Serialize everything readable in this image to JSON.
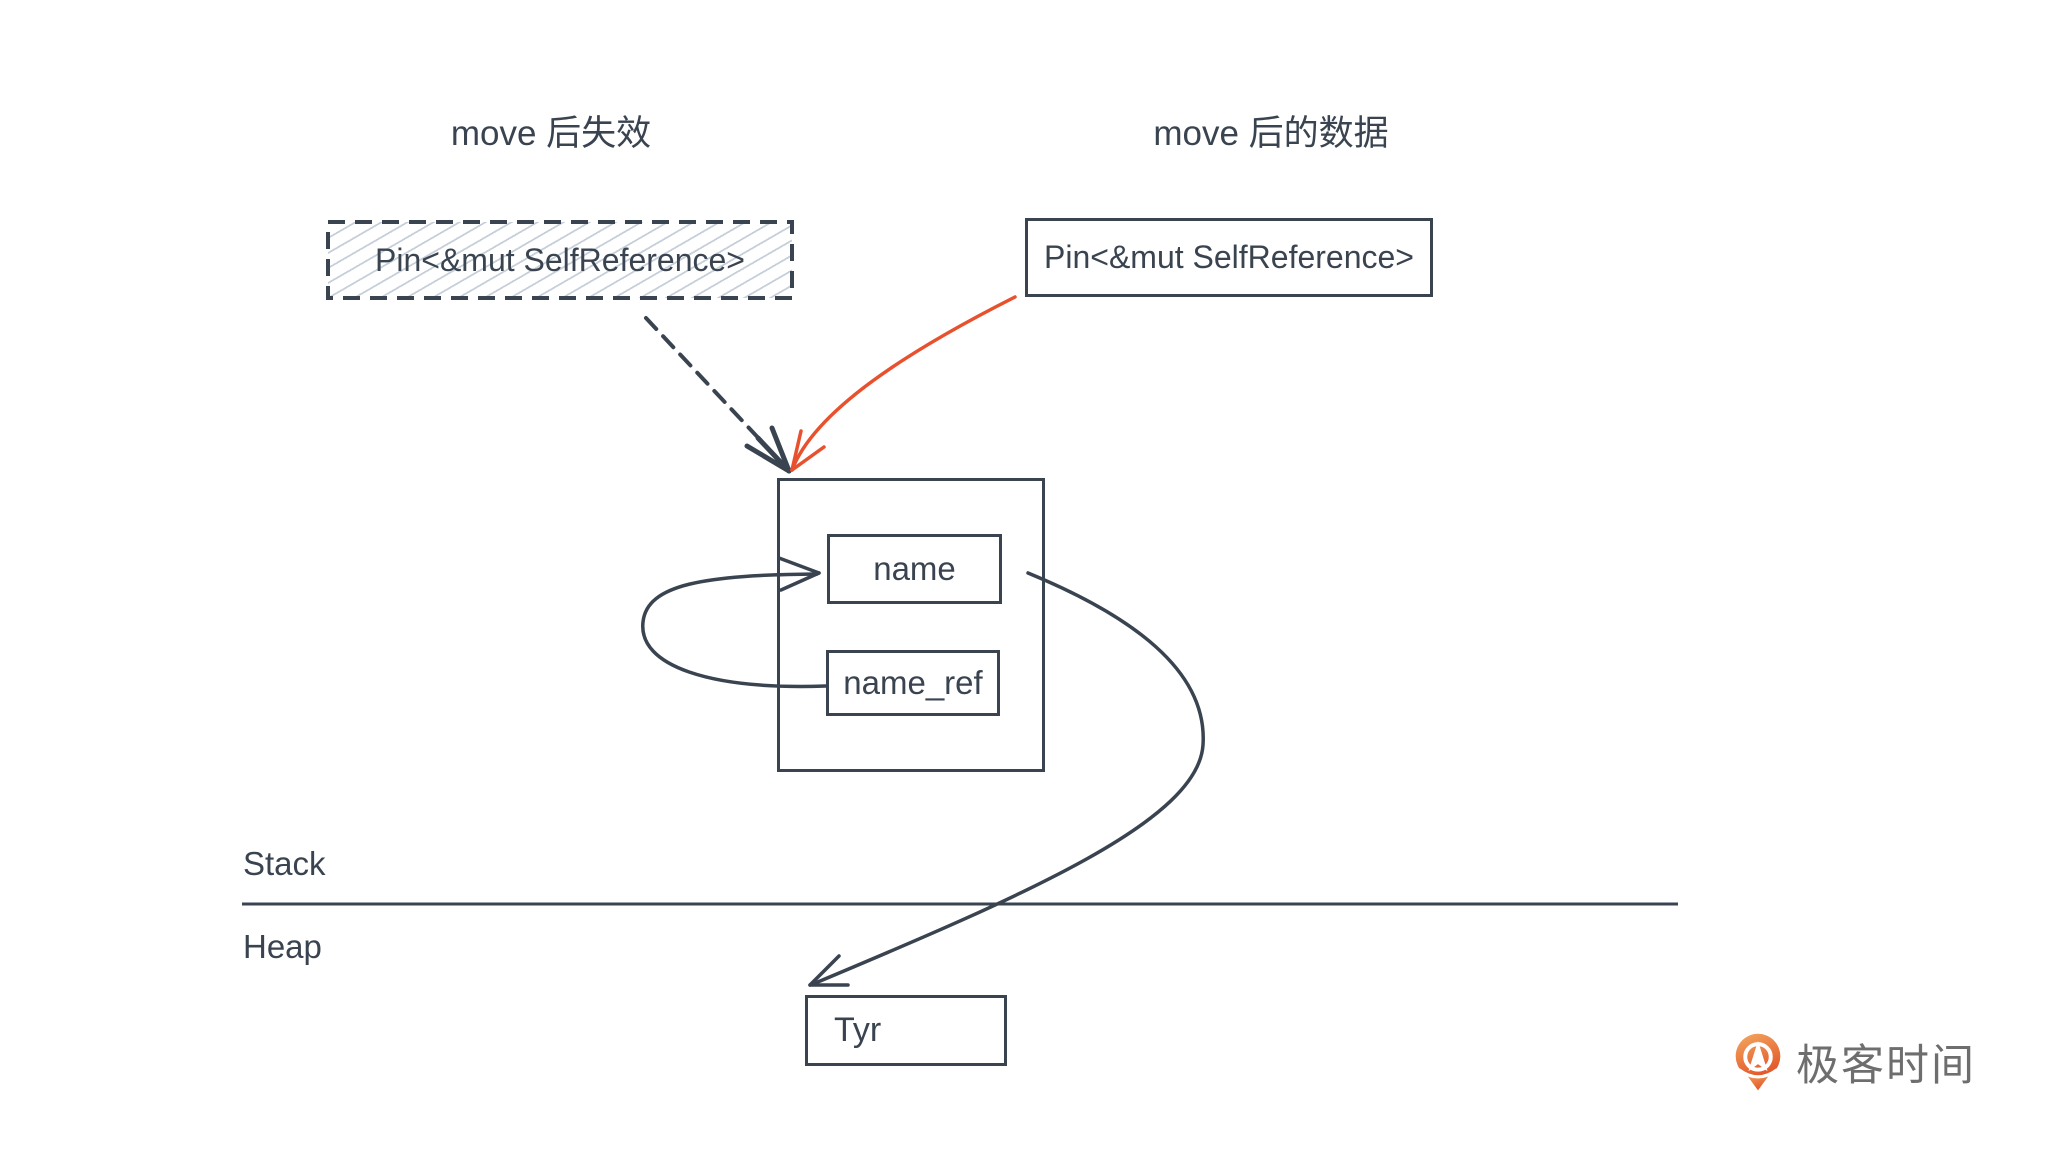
{
  "titles": {
    "invalid": "move 后失效",
    "moved": "move 后的数据"
  },
  "pin_boxes": {
    "invalid": "Pin<&mut SelfReference>",
    "moved": "Pin<&mut SelfReference>"
  },
  "struct_fields": {
    "name": "name",
    "name_ref": "name_ref"
  },
  "memory": {
    "stack_label": "Stack",
    "heap_label": "Heap",
    "heap_value": "Tyr"
  },
  "logo": {
    "text": "极客时间"
  },
  "colors": {
    "ink": "#3a4450",
    "accent": "#e8512e",
    "hatch": "#c6cfda",
    "logo_text": "#6e6e6e",
    "logo_orange_top": "#f2a35c",
    "logo_orange_bottom": "#e25227"
  }
}
